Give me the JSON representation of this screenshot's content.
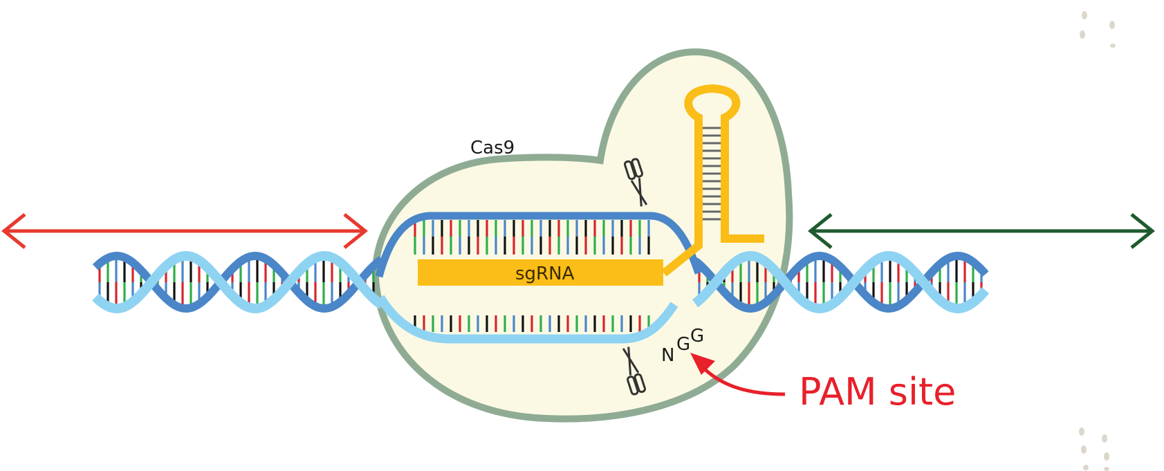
{
  "labels": {
    "cas9": "Cas9",
    "sgrna": "sgRNA",
    "pam_site": "PAM site",
    "pam_n": "N",
    "pam_g1": "G",
    "pam_g2": "G"
  },
  "colors": {
    "cas9_fill": "#fbf9e4",
    "cas9_outline": "#8fab94",
    "dna_dark": "#4a86c8",
    "dna_light": "#8fd3f2",
    "sgrna": "#fbbd17",
    "arrow_left": "#e8392e",
    "arrow_right": "#1f5a2e",
    "pam_text": "#e8202a",
    "base_colors": [
      "#d6262b",
      "#2fae4a",
      "#4a86c8",
      "#111111"
    ]
  },
  "icons": {
    "top_cut": "scissors-icon",
    "bottom_cut": "scissors-icon"
  }
}
